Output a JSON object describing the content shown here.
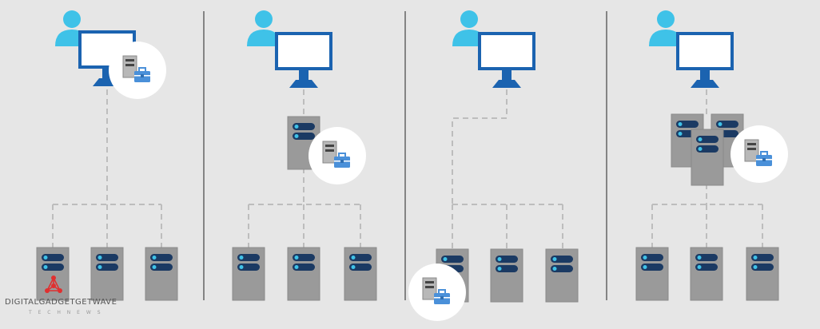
{
  "diagram": {
    "background": "#e6e6e6",
    "colors": {
      "user": "#3fc2e8",
      "monitor_frame": "#1b63b0",
      "monitor_screen": "#ffffff",
      "server_body": "#9a9a9a",
      "server_slot": "#1b3a63",
      "server_led": "#3fc2e8",
      "connector": "#bdbdbd",
      "divider": "#444444",
      "badge": "#ffffff",
      "briefcase": "#4a90d9"
    },
    "icons": [
      "user-icon",
      "monitor-icon",
      "server-icon",
      "briefcase-icon"
    ],
    "panels": [
      {
        "id": "panel-1",
        "badge_location": "monitor",
        "middle_servers": 0,
        "backend_servers": 3
      },
      {
        "id": "panel-2",
        "badge_location": "middle-server",
        "middle_servers": 1,
        "backend_servers": 3
      },
      {
        "id": "panel-3",
        "badge_location": "backend-server",
        "middle_servers": 0,
        "backend_servers": 3
      },
      {
        "id": "panel-4",
        "badge_location": "server-cluster",
        "middle_servers": 3,
        "backend_servers": 3
      }
    ]
  },
  "watermark": {
    "text": "DIGITALGADGETGETWAVE",
    "subtext": "T E C H   N E W S",
    "logo_color": "#e03030"
  }
}
